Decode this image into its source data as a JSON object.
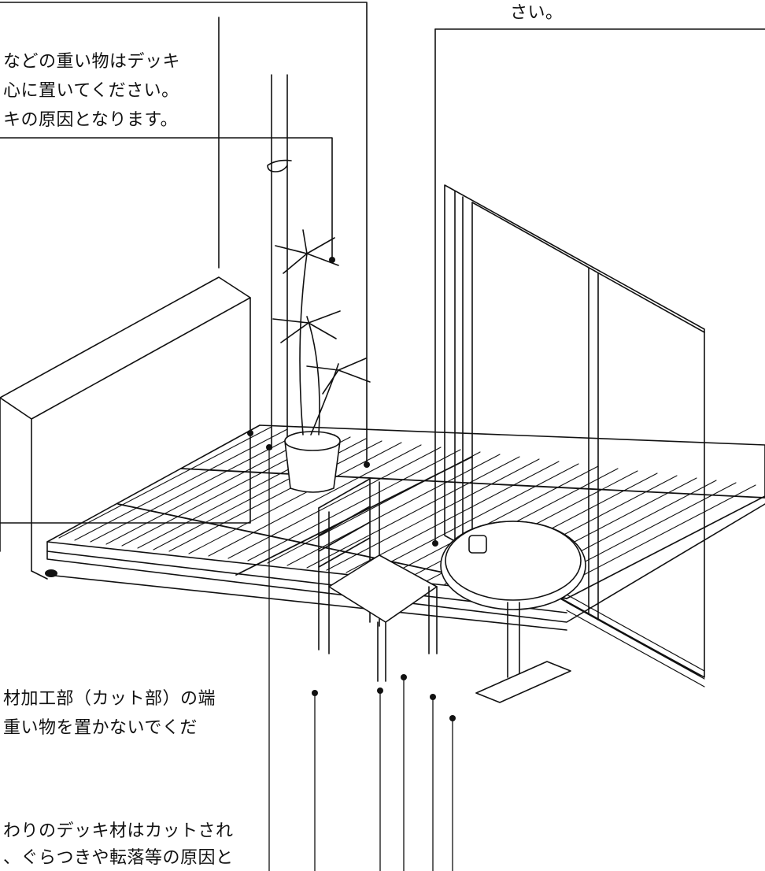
{
  "notes": {
    "top_center": "さい。",
    "heavy_objects": [
      "などの重い物はデッキ",
      "心に置いてください。",
      "キの原因となります。"
    ],
    "cut_edge": [
      "材加工部（カット部）の端",
      "重い物を置かないでくだ"
    ],
    "surrounding": [
      "わりのデッキ材はカットされ",
      "、ぐらつきや転落等の原因と"
    ]
  }
}
